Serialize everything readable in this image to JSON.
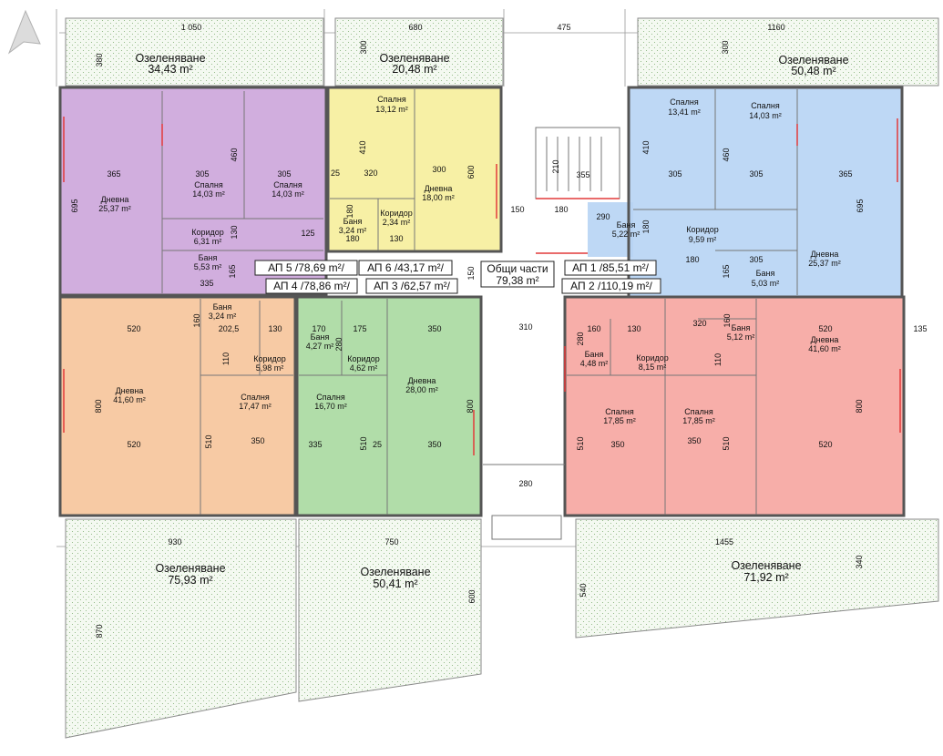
{
  "colors": {
    "purple": "#c9a0d8",
    "yellow": "#f6ee9b",
    "blue": "#b7d4f4",
    "orange": "#f6c49a",
    "green": "#a9d9a0",
    "red": "#f6a5a0",
    "landscape": "#eef6ea",
    "red_marks": "#e23a3a"
  },
  "landscaping": [
    {
      "label": "Озеленяване",
      "area": "34,43 m²"
    },
    {
      "label": "Озеленяване",
      "area": "20,48 m²"
    },
    {
      "label": "Озеленяване",
      "area": "50,48 m²"
    },
    {
      "label": "Озеленяване",
      "area": "75,93 m²"
    },
    {
      "label": "Озеленяване",
      "area": "50,41 m²"
    },
    {
      "label": "Озеленяване",
      "area": "71,92 m²"
    }
  ],
  "apartments": {
    "ap5": "АП 5 /78,69 m²/",
    "ap6": "АП 6 /43,17 m²/",
    "common_title": "Общи части",
    "common_area": "79,38 m²",
    "ap1": "АП 1 /85,51 m²/",
    "ap4": "АП 4 /78,86 m²/",
    "ap3": "АП 3 /62,57 m²/",
    "ap2": "АП 2 /110,19 m²/"
  },
  "rooms": [
    {
      "name": "Дневна",
      "area": "25,37 m²"
    },
    {
      "name": "Спалня",
      "area": "14,03 m²"
    },
    {
      "name": "Спалня",
      "area": "14,03 m²"
    },
    {
      "name": "Коридор",
      "area": "6,31 m²"
    },
    {
      "name": "Баня",
      "area": "5,53 m²"
    },
    {
      "name": "Спалня",
      "area": "13,12 m²"
    },
    {
      "name": "Дневна",
      "area": "18,00 m²"
    },
    {
      "name": "Баня",
      "area": "3,24 m²"
    },
    {
      "name": "Коридор",
      "area": "2,34 m²"
    },
    {
      "name": "Спалня",
      "area": "13,41 m²"
    },
    {
      "name": "Спалня",
      "area": "14,03 m²"
    },
    {
      "name": "Баня",
      "area": "5,22 m²"
    },
    {
      "name": "Коридор",
      "area": "9,59 m²"
    },
    {
      "name": "Дневна",
      "area": "25,37 m²"
    },
    {
      "name": "Баня",
      "area": "5,03 m²"
    },
    {
      "name": "Баня",
      "area": "3,24 m²"
    },
    {
      "name": "Коридор",
      "area": "5,98 m²"
    },
    {
      "name": "Дневна",
      "area": "41,60 m²"
    },
    {
      "name": "Спалня",
      "area": "17,47 m²"
    },
    {
      "name": "Баня",
      "area": "4,27 m²"
    },
    {
      "name": "Коридор",
      "area": "4,62 m²"
    },
    {
      "name": "Спалня",
      "area": "16,70 m²"
    },
    {
      "name": "Дневна",
      "area": "28,00 m²"
    },
    {
      "name": "Баня",
      "area": "4,48 m²"
    },
    {
      "name": "Коридор",
      "area": "8,15 m²"
    },
    {
      "name": "Баня",
      "area": "5,12 m²"
    },
    {
      "name": "Дневна",
      "area": "41,60 m²"
    },
    {
      "name": "Спалня",
      "area": "17,85 m²"
    },
    {
      "name": "Спалня",
      "area": "17,85 m²"
    }
  ],
  "dimensions": {
    "top": [
      "1 050",
      "680",
      "475",
      "1160"
    ],
    "top_vertical": [
      "380",
      "300",
      "300"
    ],
    "upper_left": [
      "365",
      "305",
      "305",
      "460",
      "695",
      "130",
      "125",
      "165",
      "335"
    ],
    "upper_mid": [
      "410",
      "25",
      "320",
      "300",
      "600",
      "180",
      "180",
      "130",
      "150"
    ],
    "stair": [
      "210",
      "355",
      "180",
      "150"
    ],
    "upper_right": [
      "290",
      "410",
      "460",
      "305",
      "305",
      "365",
      "180",
      "180",
      "695",
      "305",
      "165"
    ],
    "lower_left": [
      "160",
      "202,5",
      "130",
      "520",
      "110",
      "800",
      "520",
      "510",
      "350"
    ],
    "lower_mid": [
      "170",
      "175",
      "280",
      "350",
      "335",
      "510",
      "25",
      "350",
      "800"
    ],
    "lower_center": [
      "310",
      "280"
    ],
    "lower_right": [
      "160",
      "130",
      "320",
      "160",
      "520",
      "135",
      "280",
      "110",
      "510",
      "350",
      "350",
      "510",
      "520",
      "800"
    ],
    "bottom": [
      "930",
      "750",
      "1455"
    ],
    "bottom_vertical": [
      "870",
      "600",
      "540",
      "340"
    ]
  }
}
